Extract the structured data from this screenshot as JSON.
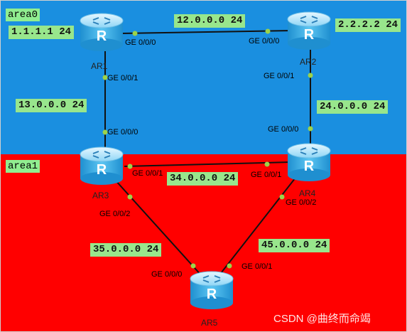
{
  "areas": {
    "area0": {
      "label": "area0",
      "color": "#1a8fe0"
    },
    "area1": {
      "label": "area1",
      "color": "#ff0000"
    }
  },
  "routers": {
    "ar1": {
      "label": "AR1",
      "loopback": "1.1.1.1 24"
    },
    "ar2": {
      "label": "AR2",
      "loopback": "2.2.2.2 24"
    },
    "ar3": {
      "label": "AR3"
    },
    "ar4": {
      "label": "AR4"
    },
    "ar5": {
      "label": "AR5"
    }
  },
  "links": {
    "ar1_ar2": {
      "network": "12.0.0.0 24",
      "a_if": "GE 0/0/0",
      "b_if": "GE 0/0/0"
    },
    "ar1_ar3": {
      "network": "13.0.0.0 24",
      "a_if": "GE 0/0/1",
      "b_if": "GE 0/0/0"
    },
    "ar2_ar4": {
      "network": "24.0.0.0 24",
      "a_if": "GE 0/0/1",
      "b_if": "GE 0/0/0"
    },
    "ar3_ar4": {
      "network": "34.0.0.0 24",
      "a_if": "GE 0/0/1",
      "b_if": "GE 0/0/1"
    },
    "ar3_ar5": {
      "network": "35.0.0.0 24",
      "a_if": "GE 0/0/2",
      "b_if": "GE 0/0/0"
    },
    "ar4_ar5": {
      "network": "45.0.0.0 24",
      "a_if": "GE 0/0/2",
      "b_if": "GE 0/0/1"
    }
  },
  "watermark": "CSDN @曲终而命竭",
  "colors": {
    "link_line": "#111111",
    "port_dot": "#9bd34a",
    "router_body": "#2aa7e6",
    "router_top": "#9fdcf7",
    "label_bg": "#98e68c"
  }
}
